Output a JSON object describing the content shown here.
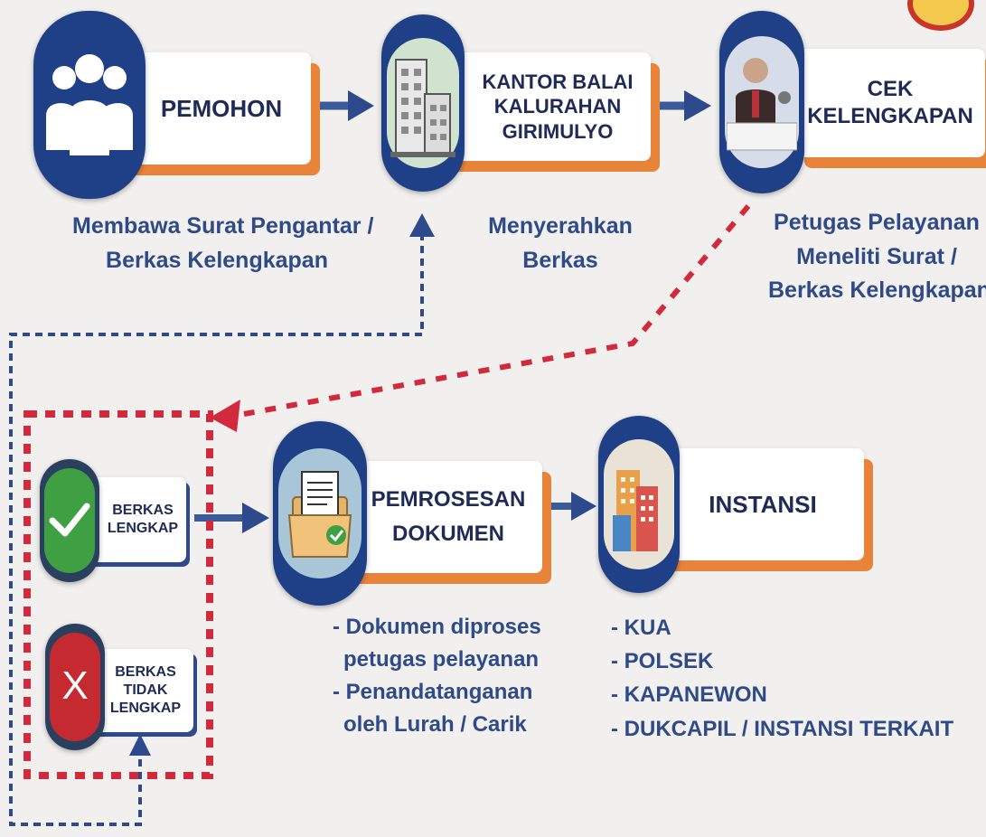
{
  "steps": {
    "pemohon": {
      "title": "PEMOHON",
      "desc_line1": "Membawa Surat Pengantar /",
      "desc_line2": "Berkas Kelengkapan"
    },
    "kantor": {
      "title_line1": "KANTOR BALAI",
      "title_line2": "KALURAHAN GIRIMULYO",
      "desc": "Menyerahkan Berkas"
    },
    "cek": {
      "title": "CEK KELENGKAPAN",
      "desc_line1": "Petugas Pelayanan",
      "desc_line2": "Meneliti Surat /",
      "desc_line3": "Berkas Kelengkapan"
    },
    "lengkap": {
      "title_line1": "BERKAS",
      "title_line2": "LENGKAP",
      "icon": "check-icon"
    },
    "tidak_lengkap": {
      "title_line1": "BERKAS TIDAK",
      "title_line2": "LENGKAP",
      "icon_glyph": "X"
    },
    "pemrosesan": {
      "title_line1": "PEMROSESAN",
      "title_line2": "DOKUMEN",
      "items": [
        "- Dokumen diproses",
        "petugas pelayanan",
        "- Penandatanganan",
        "oleh Lurah / Carik"
      ]
    },
    "instansi": {
      "title": "INSTANSI",
      "items": [
        "- KUA",
        "- POLSEK",
        "- KAPANEWON",
        "- DUKCAPIL / INSTANSI TERKAIT"
      ]
    }
  },
  "colors": {
    "navy": "#1f3f86",
    "orange": "#e8833a",
    "red_dash": "#d3293c",
    "blue_dash": "#2e4a8c",
    "green": "#3ea043",
    "red": "#c42a2f"
  }
}
